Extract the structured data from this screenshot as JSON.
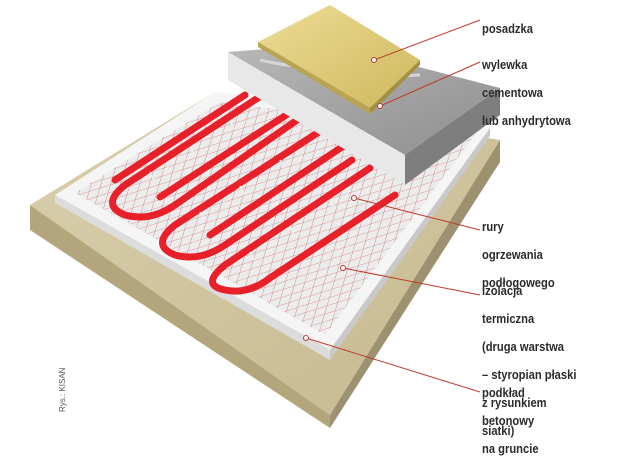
{
  "labels": {
    "posadzka": [
      "posadzka"
    ],
    "wylewka": [
      "wylewka",
      "cementowa",
      "lub anhydrytowa"
    ],
    "rury": [
      "rury",
      "ogrzewania",
      "podłogowego"
    ],
    "izolacja": [
      "izolacja",
      "termiczna",
      "(druga warstwa",
      "– styropian płaski",
      "z rysunkiem",
      "siatki)"
    ],
    "podklad": [
      "podkład",
      "betonowy",
      "na gruncie"
    ]
  },
  "credit": "Rys.: KISAN",
  "colors": {
    "leader": "#c0392b",
    "pipe": "#e8202a",
    "floor": "#e2cf7a",
    "screed": "#a6a6a6",
    "insulation": "#f4f4f4",
    "grid": "#c46060",
    "concrete": "#cbbf9a"
  }
}
